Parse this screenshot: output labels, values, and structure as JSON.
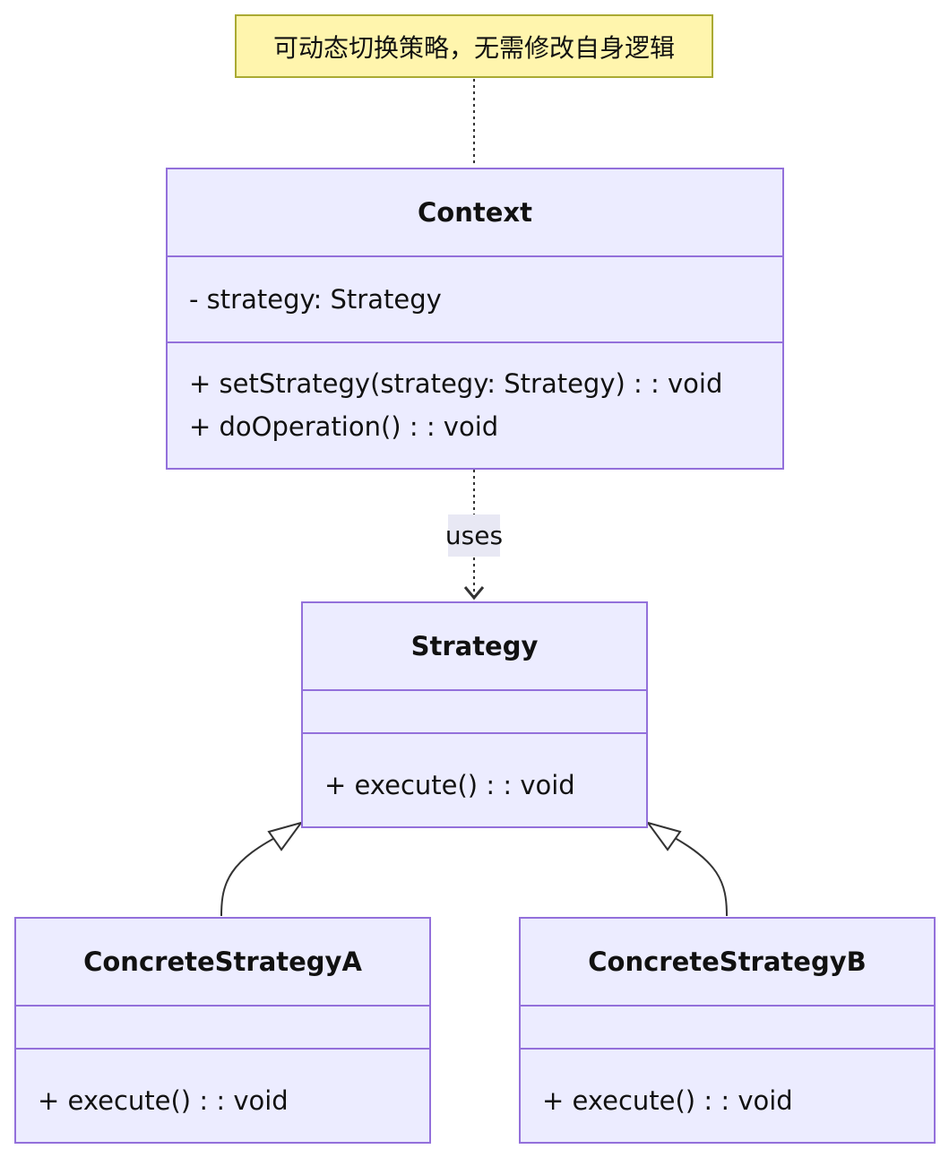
{
  "note": {
    "text": "可动态切换策略，无需修改自身逻辑"
  },
  "relation": {
    "label": "uses"
  },
  "classes": {
    "context": {
      "name": "Context",
      "attributes": [
        "- strategy: Strategy"
      ],
      "methods": [
        "+ setStrategy(strategy: Strategy) : : void",
        "+ doOperation() : : void"
      ]
    },
    "strategy": {
      "name": "Strategy",
      "attributes": [],
      "methods": [
        "+ execute() : : void"
      ]
    },
    "concrete_a": {
      "name": "ConcreteStrategyA",
      "attributes": [],
      "methods": [
        "+ execute() : : void"
      ]
    },
    "concrete_b": {
      "name": "ConcreteStrategyB",
      "attributes": [],
      "methods": [
        "+ execute() : : void"
      ]
    }
  },
  "colors": {
    "class_fill": "#ececff",
    "class_border": "#9370db",
    "note_fill": "#fff5ad",
    "note_border": "#aaaa33",
    "edge": "#333333"
  }
}
